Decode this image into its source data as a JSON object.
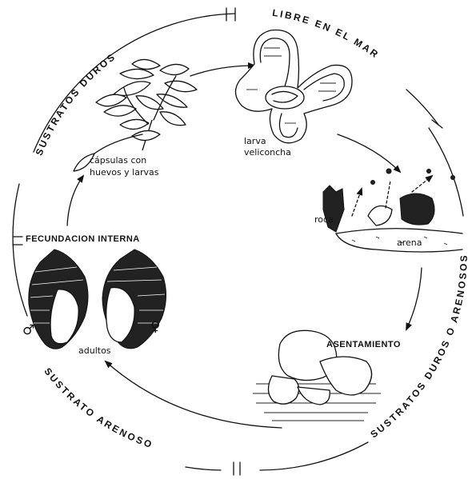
{
  "arc_labels": {
    "libre_en_el_mar": "LIBRE EN EL MAR",
    "sustratos_duros_top": "SUSTRATOS DUROS",
    "sustratos_duros_o_arenosos": "SUSTRATOS DUROS O ARENOSOS",
    "sustrato_arenoso": "SUSTRATO ARENOSO"
  },
  "stage_labels": {
    "larva_line1": "larva",
    "larva_line2": "veliconcha",
    "capsulas_line1": "cápsulas con",
    "capsulas_line2": "huevos y larvas",
    "roca": "roca",
    "arena": "arena",
    "asentamiento": "ASENTAMIENTO",
    "fecundacion_interna": "FECUNDACION INTERNA",
    "adultos": "adultos"
  },
  "symbols": {
    "male": "♂",
    "female": "♀"
  }
}
